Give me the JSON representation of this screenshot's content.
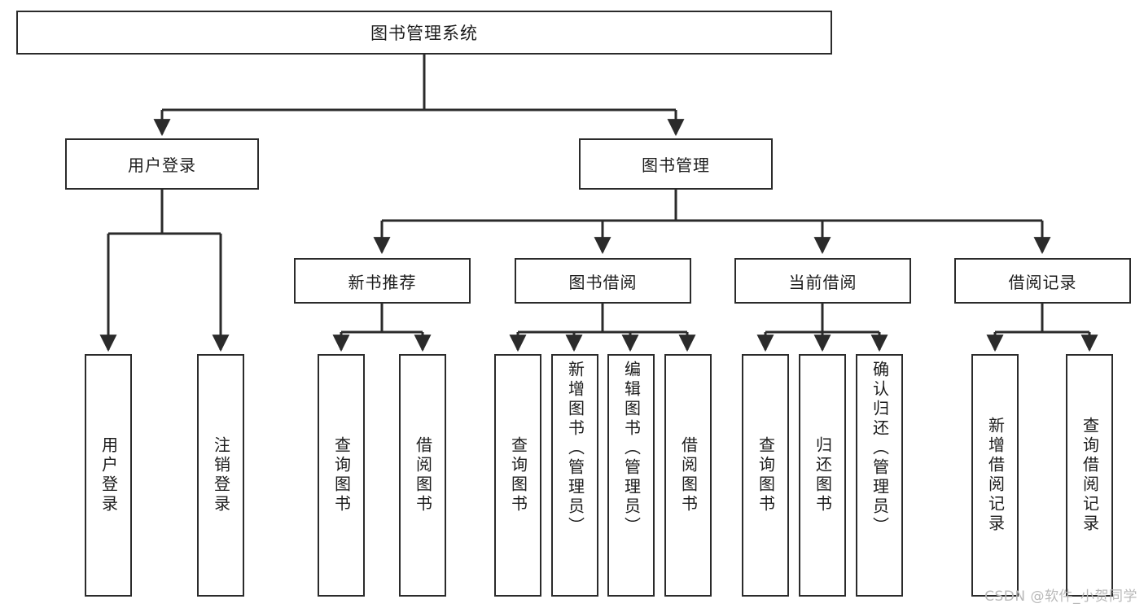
{
  "diagram": {
    "title": "图书管理系统",
    "type": "function-structure-tree",
    "watermark": "CSDN @软件_小贺同学",
    "colors": {
      "box_border": "#2b2b2b",
      "box_fill": "#ffffff",
      "connector": "#2b2b2b",
      "text": "#1c1c1c",
      "watermark": "#b9b9b9",
      "background": "#ffffff"
    },
    "root": {
      "label": "图书管理系统"
    },
    "level1": [
      {
        "label": "用户登录"
      },
      {
        "label": "图书管理"
      }
    ],
    "level2": [
      {
        "label": "新书推荐"
      },
      {
        "label": "图书借阅"
      },
      {
        "label": "当前借阅"
      },
      {
        "label": "借阅记录"
      }
    ],
    "leaves": {
      "user_login": [
        {
          "label": "用户登录"
        },
        {
          "label": "注销登录"
        }
      ],
      "new_book_recommend": [
        {
          "label": "查询图书"
        },
        {
          "label": "借阅图书"
        }
      ],
      "book_borrow": [
        {
          "label": "查询图书"
        },
        {
          "label": "新增图书（管理员）"
        },
        {
          "label": "编辑图书（管理员）"
        },
        {
          "label": "借阅图书"
        }
      ],
      "current_borrow": [
        {
          "label": "查询图书"
        },
        {
          "label": "归还图书"
        },
        {
          "label": "确认归还（管理员）"
        }
      ],
      "borrow_record": [
        {
          "label": "新增借阅记录"
        },
        {
          "label": "查询借阅记录"
        }
      ]
    }
  }
}
